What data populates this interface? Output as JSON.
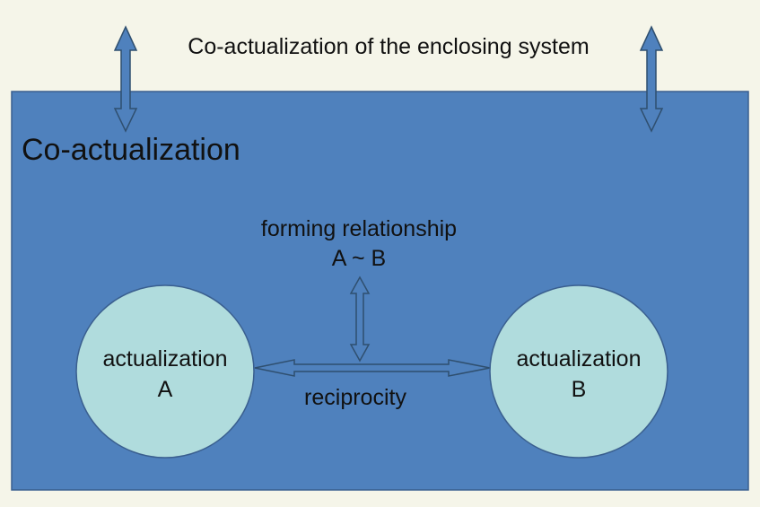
{
  "top_caption": "Co-actualization of the enclosing system",
  "box_title": "Co-actualization",
  "relationship": {
    "line1": "forming relationship",
    "line2": "A ~ B"
  },
  "node_a": {
    "line1": "actualization",
    "line2": "A"
  },
  "node_b": {
    "line1": "actualization",
    "line2": "B"
  },
  "link_label": "reciprocity",
  "colors": {
    "page_background": "#f5f5e9",
    "box_fill": "#4f81bd",
    "box_stroke": "#3a5f8f",
    "circle_fill": "#b0dcdd",
    "arrow_fill": "#4f81bd",
    "arrow_stroke": "#2f4f6f",
    "text": "#111111"
  }
}
